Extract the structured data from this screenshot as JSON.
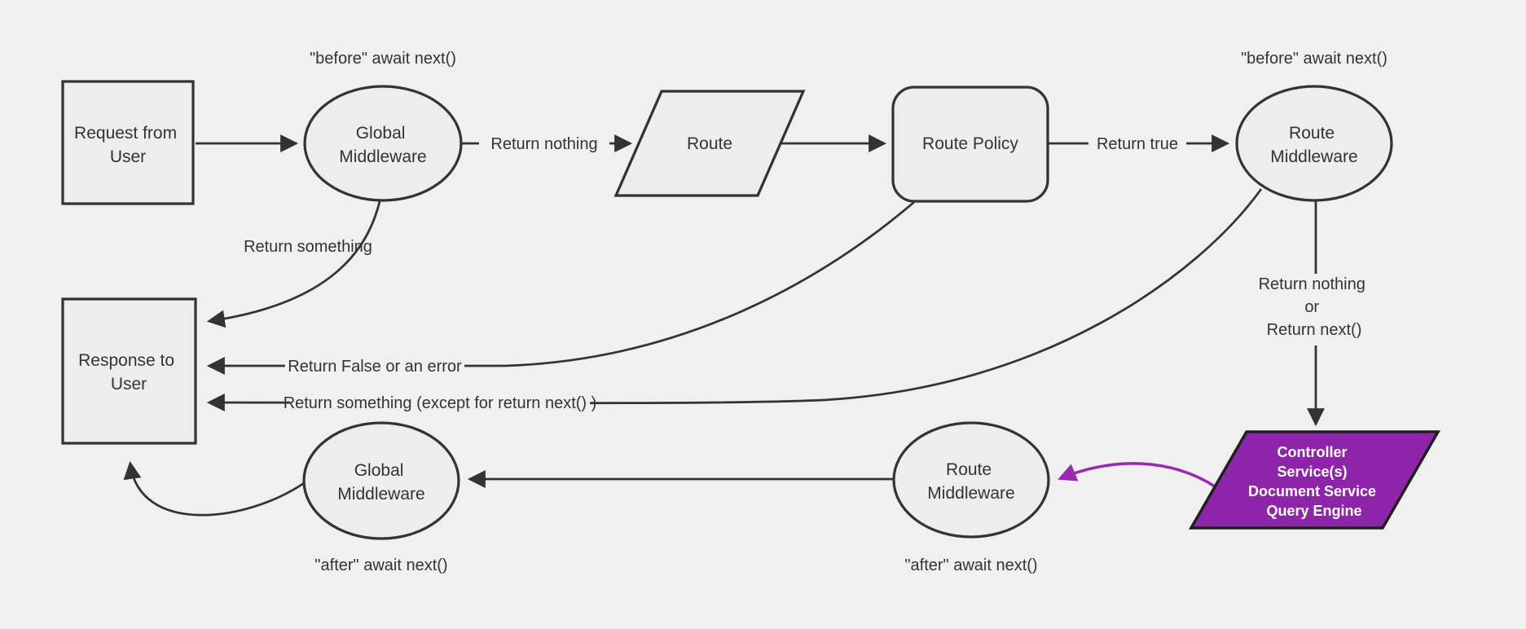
{
  "diagram": {
    "colors": {
      "bg": "#f0f0f0",
      "stroke": "#333333",
      "text": "#333333",
      "node_fill": "#ededed",
      "hl_fill": "#8e24aa",
      "hl_border": "#1f1f1f",
      "hl_arrow": "#9c27b0",
      "hl_text": "#ffffff"
    },
    "nodes": {
      "request_from_user": {
        "shape": "rectangle",
        "lines": [
          "Request from",
          "User"
        ]
      },
      "global_middleware_before": {
        "shape": "ellipse",
        "lines": [
          "Global",
          "Middleware"
        ]
      },
      "route": {
        "shape": "parallelogram",
        "lines": [
          "Route"
        ]
      },
      "route_policy": {
        "shape": "rounded-rect",
        "lines": [
          "Route Policy"
        ]
      },
      "route_middleware_before": {
        "shape": "ellipse",
        "lines": [
          "Route",
          "Middleware"
        ]
      },
      "response_to_user": {
        "shape": "rectangle",
        "lines": [
          "Response to",
          "User"
        ]
      },
      "global_middleware_after": {
        "shape": "ellipse",
        "lines": [
          "Global",
          "Middleware"
        ]
      },
      "route_middleware_after": {
        "shape": "ellipse",
        "lines": [
          "Route",
          "Middleware"
        ]
      },
      "controller_services": {
        "shape": "parallelogram",
        "lines": [
          "Controller",
          "Service(s)",
          "Document Service",
          "Query Engine"
        ]
      }
    },
    "annotations": {
      "before_global": "\"before\" await next()",
      "before_route": "\"before\" await next()",
      "after_global": "\"after\" await next()",
      "after_route": "\"after\" await next()"
    },
    "edge_labels": {
      "return_nothing": "Return nothing",
      "return_true": "Return true",
      "return_something": "Return something",
      "return_false": "Return False or an error",
      "return_something_except": "Return something (except for return next() )",
      "return_nothing_or": [
        "Return nothing",
        "or",
        "Return next()"
      ]
    }
  }
}
